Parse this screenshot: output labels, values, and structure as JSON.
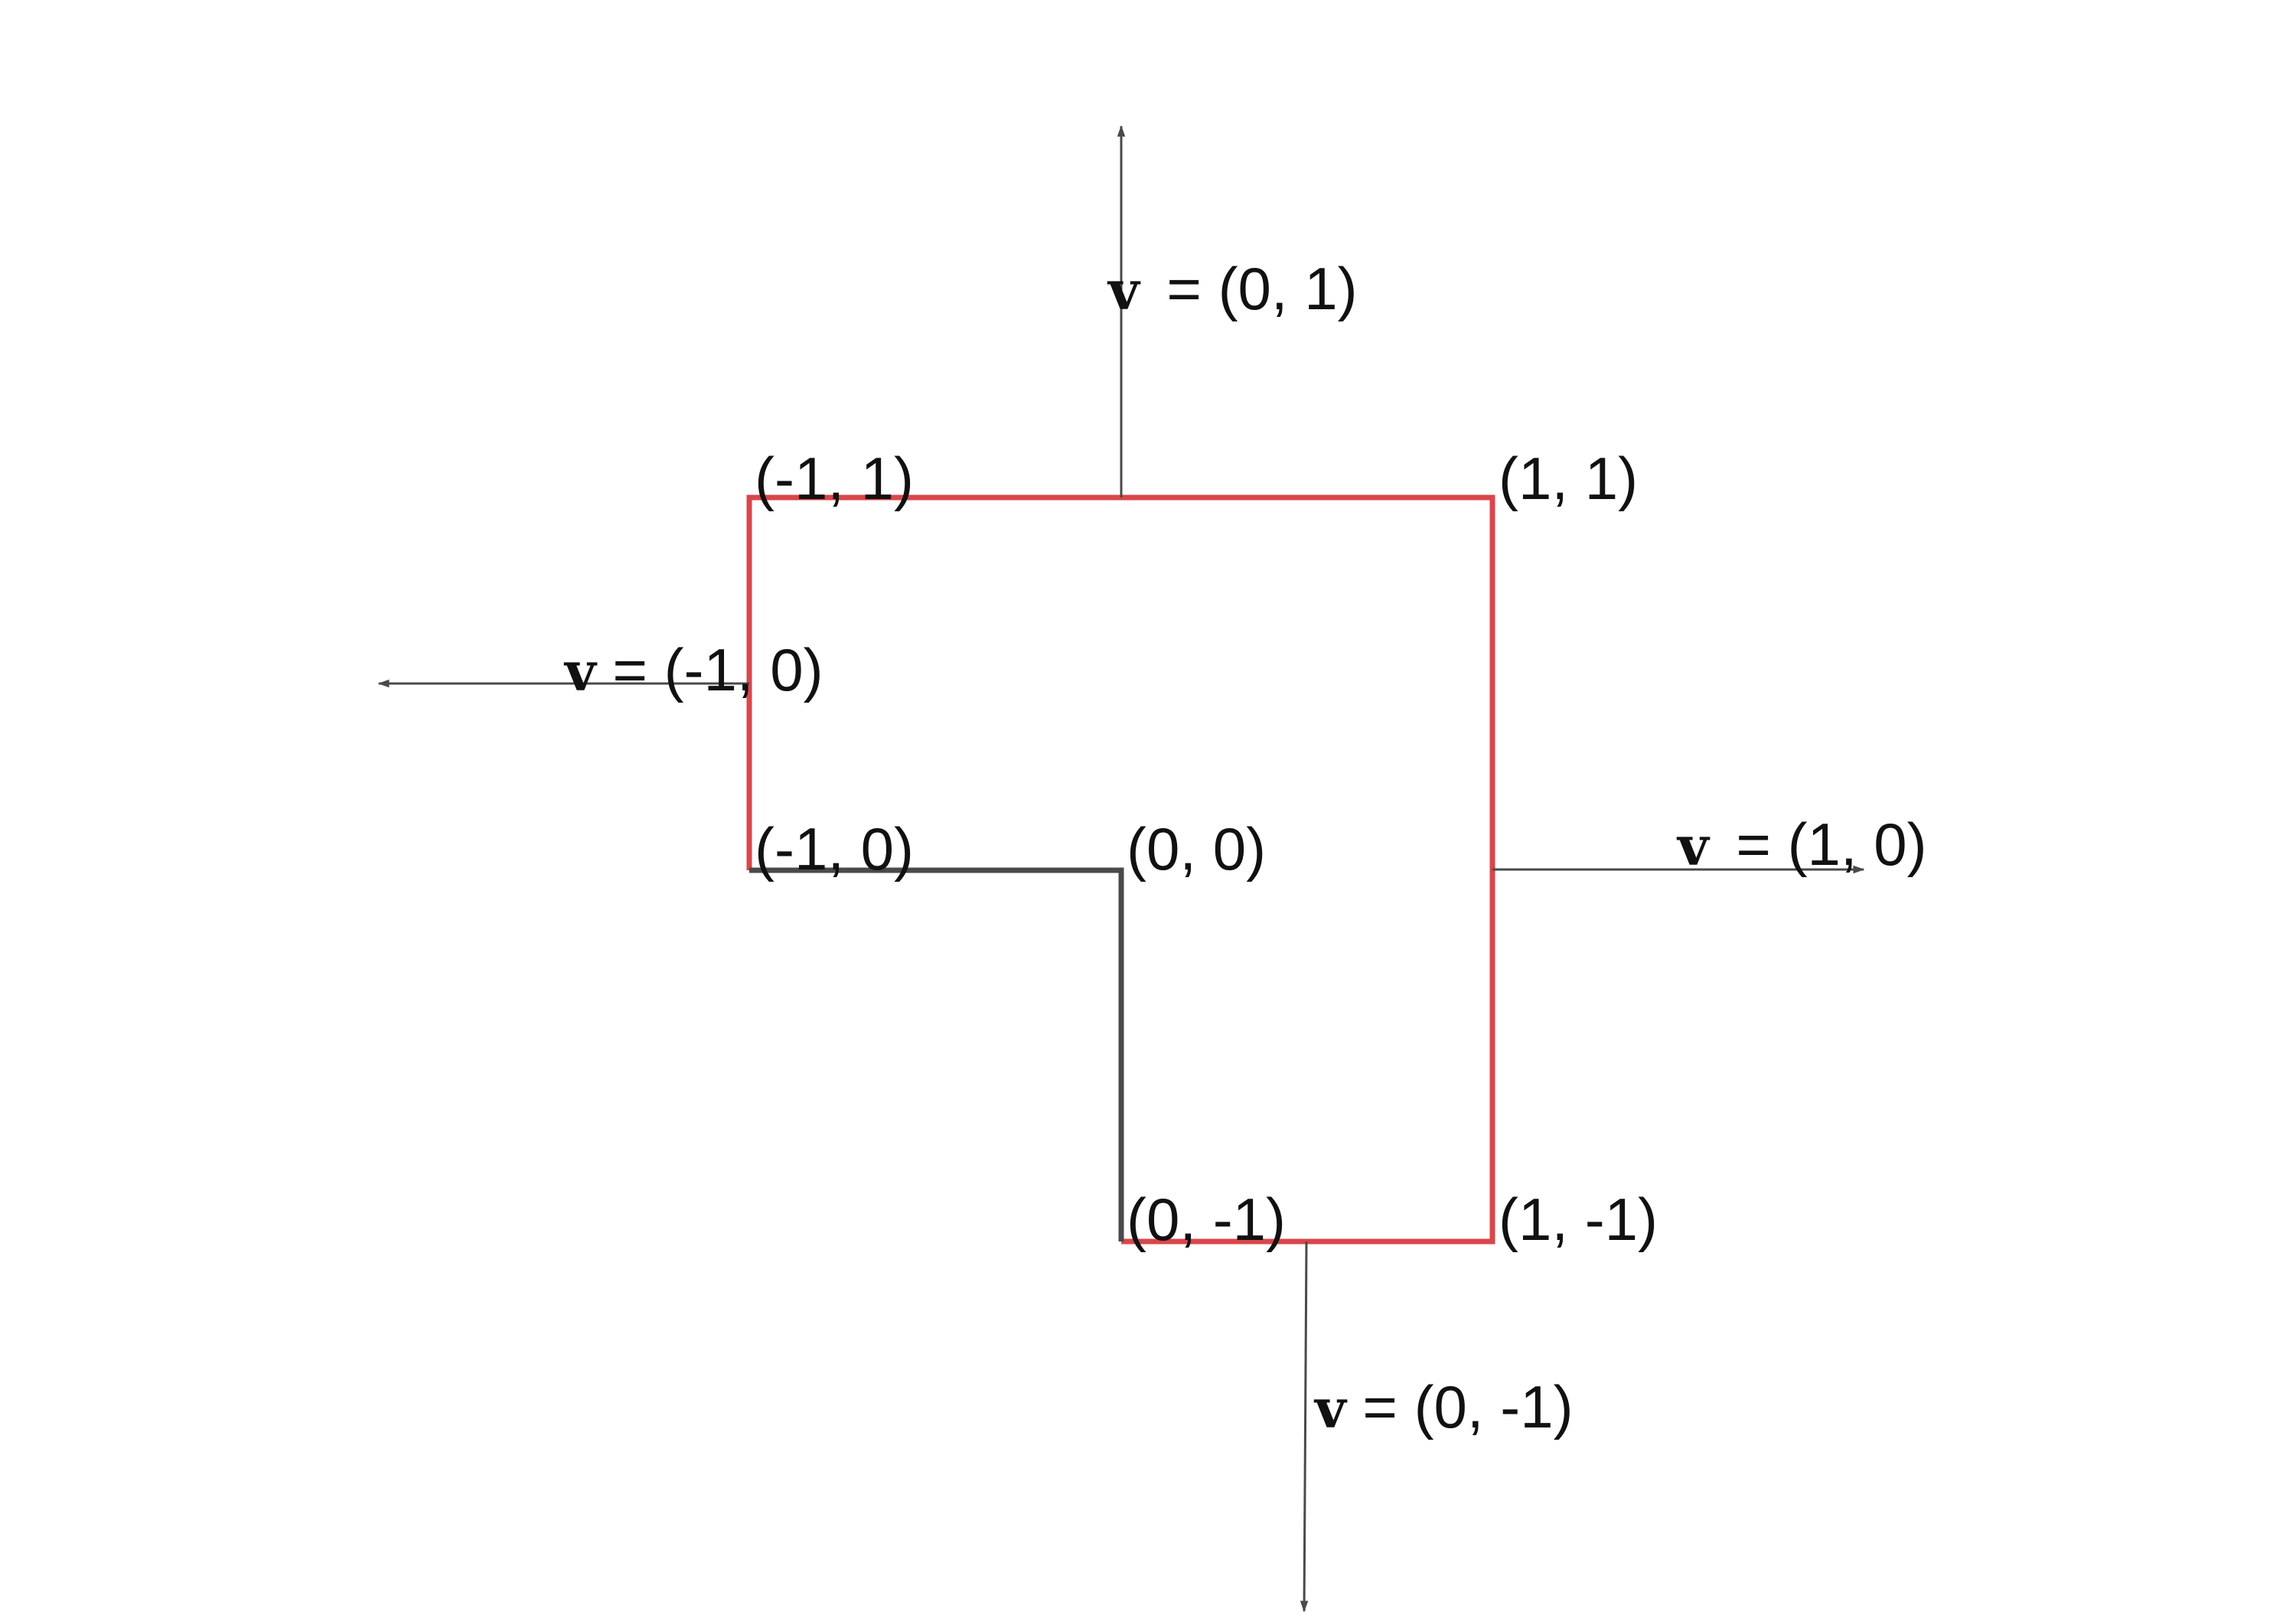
{
  "colors": {
    "boundary": "#d9464b",
    "inner_edges": "#4a4a4a",
    "arrows": "#4a4a4a",
    "text": "#111111"
  },
  "vertices": {
    "top_left": "(-1, 1)",
    "top_right": "(1, 1)",
    "mid_left": "(-1, 0)",
    "center": "(0, 0)",
    "bottom_mid": "(0, -1)",
    "bottom_right": "(1, -1)"
  },
  "vectors": {
    "up": {
      "symbol": "v",
      "value": " = (0, 1)"
    },
    "left": {
      "symbol": "v",
      "value": " = (-1, 0)"
    },
    "right": {
      "symbol": "v",
      "value": " = (1, 0)"
    },
    "down": {
      "symbol": "v",
      "value": " = (0, -1)"
    }
  }
}
